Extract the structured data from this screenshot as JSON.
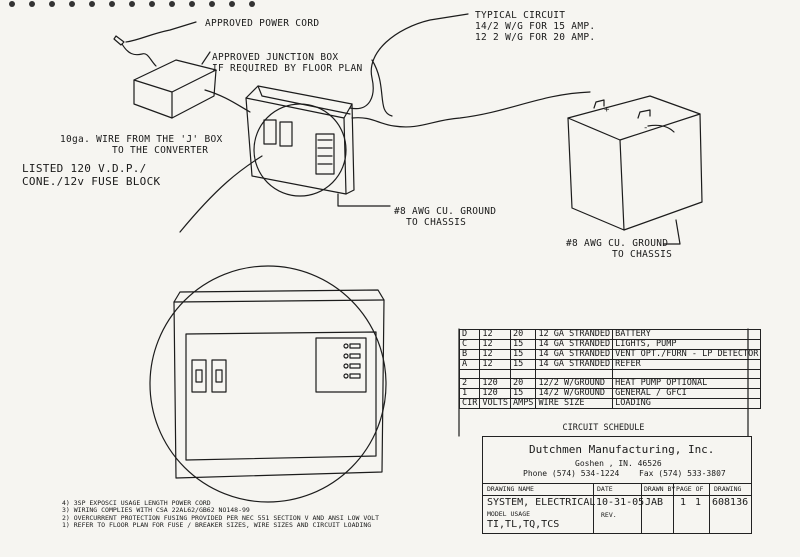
{
  "labels": {
    "power_cord": "APPROVED POWER CORD",
    "junction_box_1": "APPROVED JUNCTION BOX",
    "junction_box_2": "IF REQUIRED BY FLOOR PLAN",
    "typical_circuit_1": "TYPICAL CIRCUIT",
    "typical_circuit_2": "14/2 W/G FOR 15 AMP.",
    "typical_circuit_3": "12 2 W/G FOR 20 AMP.",
    "wire_1": "10ga. WIRE FROM THE 'J' BOX",
    "wire_2": "TO THE CONVERTER",
    "listed_1": "LISTED 120 V.D.P./",
    "listed_2": "CONE./12v FUSE BLOCK",
    "ground_chassis_1a": "#8 AWG CU. GROUND",
    "ground_chassis_1b": "TO CHASSIS",
    "ground_chassis_2a": "#8 AWG CU. GROUND",
    "ground_chassis_2b": "TO CHASSIS"
  },
  "schedule": {
    "rows": [
      {
        "id": "D",
        "volts": "12",
        "amps": "20",
        "wire": "12 GA STRANDED",
        "load": "BATTERY"
      },
      {
        "id": "C",
        "volts": "12",
        "amps": "15",
        "wire": "14 GA STRANDED",
        "load": "LIGHTS, PUMP"
      },
      {
        "id": "B",
        "volts": "12",
        "amps": "15",
        "wire": "14 GA STRANDED",
        "load": "VENT OPT./FURN - LP DETECTOR"
      },
      {
        "id": "A",
        "volts": "12",
        "amps": "15",
        "wire": "14 GA STRANDED",
        "load": "REFER"
      },
      {
        "id": "",
        "volts": "",
        "amps": "",
        "wire": "",
        "load": ""
      },
      {
        "id": "2",
        "volts": "120",
        "amps": "20",
        "wire": "12/2 W/GROUND",
        "load": "HEAT PUMP OPTIONAL"
      },
      {
        "id": "1",
        "volts": "120",
        "amps": "15",
        "wire": "14/2 W/GROUND",
        "load": "GENERAL / GFCI"
      }
    ],
    "header": {
      "id": "CIR",
      "volts": "VOLTS",
      "amps": "AMPS",
      "wire": "WIRE SIZE",
      "load": "LOADING"
    },
    "caption": "CIRCUIT SCHEDULE"
  },
  "title_block": {
    "company": "Dutchmen Manufacturing, Inc.",
    "address": "Goshen , IN. 46526",
    "phone": "Phone (574) 534-1224",
    "fax": "Fax (574) 533-3807",
    "drawing_name_label": "DRAWING NAME",
    "drawing_name": "SYSTEM, ELECTRICAL",
    "model_usage_label": "MODEL USAGE",
    "model_usage": "TI,TL,TQ,TCS",
    "date_label": "DATE",
    "date": "10-31-05",
    "rev_label": "REV.",
    "drawn_by_label": "DRAWN BY",
    "drawn_by": "JAB",
    "page_label": "PAGE OF",
    "page": "1",
    "page_of": "1",
    "drawing_label": "DRAWING",
    "drawing_no": "608136"
  },
  "notes": [
    "4) 3SP EXPOSCI USAGE LENGTH POWER CORD",
    "3) WIRING COMPLIES WITH CSA 22AL62/GB62 NO148-99",
    "2) OVERCURRENT PROTECTION FUSING PROVIDED PER NEC 551 SECTION V AND ANSI LOW VOLT",
    "1) REFER TO FLOOR PLAN FOR FUSE / BREAKER SIZES, WIRE SIZES AND CIRCUIT LOADING"
  ],
  "battery_marks": {
    "pos": "+",
    "neg": "-"
  }
}
